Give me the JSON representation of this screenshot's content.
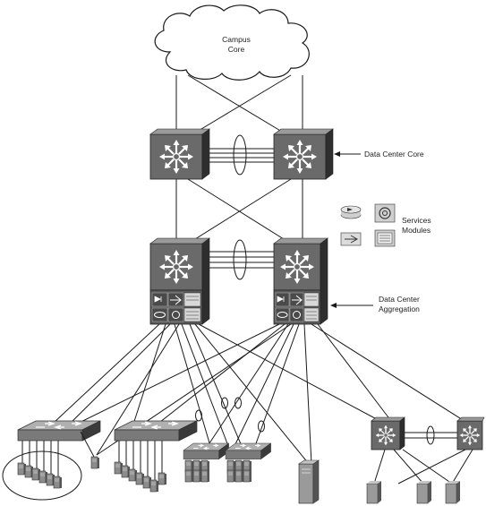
{
  "labels": {
    "cloud_line1": "Campus",
    "cloud_line2": "Core",
    "core": "Data Center Core",
    "services_line1": "Services",
    "services_line2": "Modules",
    "aggregation_line1": "Data Center",
    "aggregation_line2": "Aggregation"
  },
  "icons": {
    "core_switch": "layer3-switch-icon",
    "aggregation_switch": "layer3-switch-icon",
    "firewall_module": "firewall-module-icon",
    "load_balancer_module": "content-switch-icon",
    "ssl_module": "ssl-offload-icon",
    "ids_module": "ids-sensor-icon",
    "access_switch": "multilayer-switch-icon",
    "server": "server-icon"
  },
  "colors": {
    "line": "#1a1a1a",
    "switch_face": "#6a6a6a",
    "switch_side": "#2e2e2e",
    "switch_top": "#9a9a9a",
    "cloud": "#ffffff"
  }
}
